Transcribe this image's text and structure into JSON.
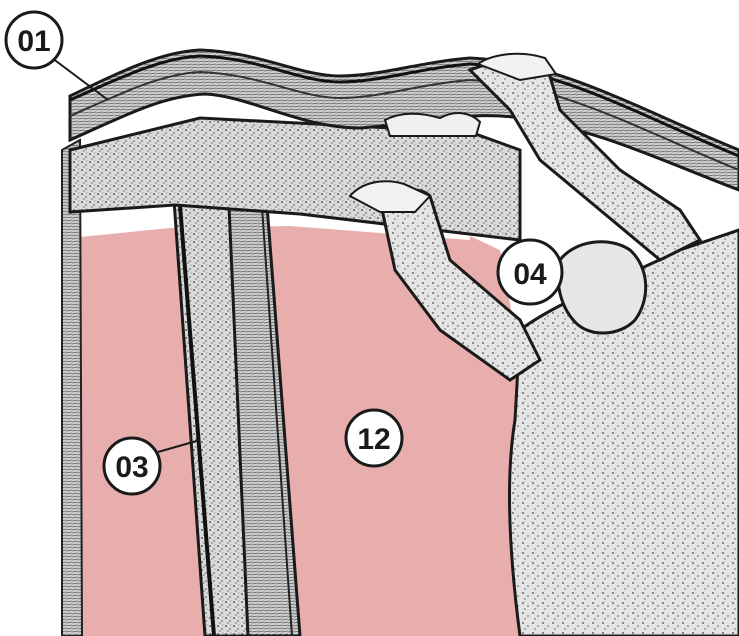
{
  "callouts": [
    {
      "label": "01"
    },
    {
      "label": "03"
    },
    {
      "label": "04"
    },
    {
      "label": "12"
    }
  ],
  "colors": {
    "panel": "#e8aeae",
    "ink": "#1a1a1a",
    "wood_light": "#d8d8d8",
    "wood_mid": "#9a9a9a",
    "wood_dark": "#3a3a3a",
    "background": "#ffffff"
  },
  "illustration": {
    "subject": "person-lifting-cabinet-crown-onto-frame"
  }
}
